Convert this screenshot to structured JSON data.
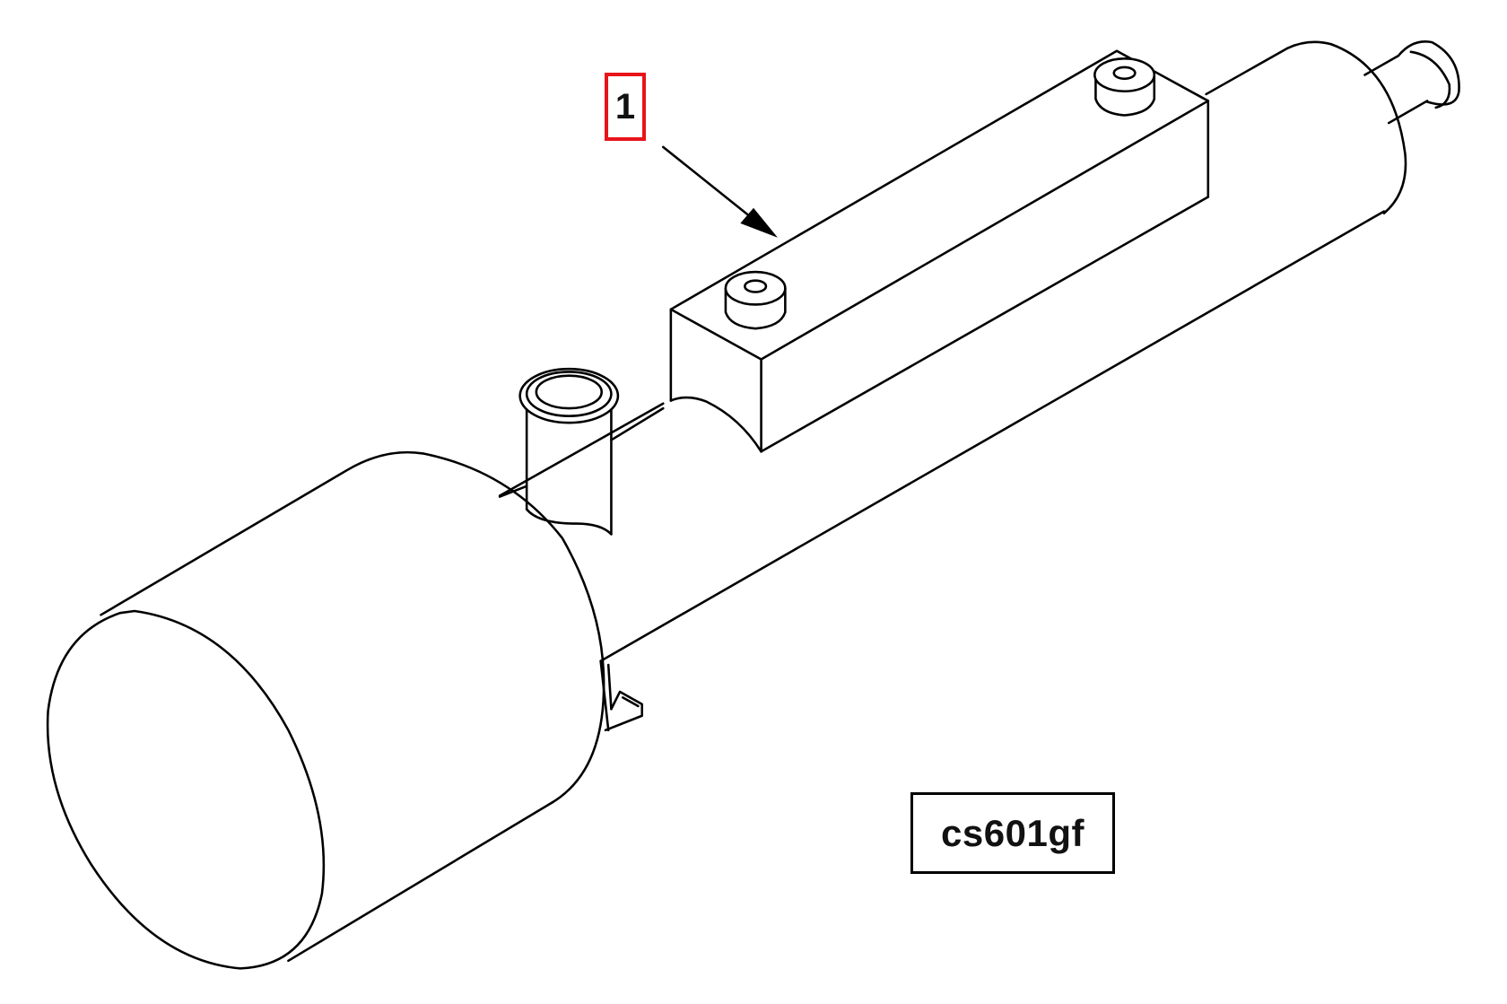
{
  "figure": {
    "type": "isometric parts illustration",
    "line_color": "#000000",
    "background": "#ffffff"
  },
  "callouts": [
    {
      "label": "1",
      "border_color": "#e8141a",
      "target": "rectangular-block"
    }
  ],
  "figure_code": {
    "label": "cs601gf"
  },
  "icons": {
    "leader_arrow": "arrow-down-right-icon"
  }
}
